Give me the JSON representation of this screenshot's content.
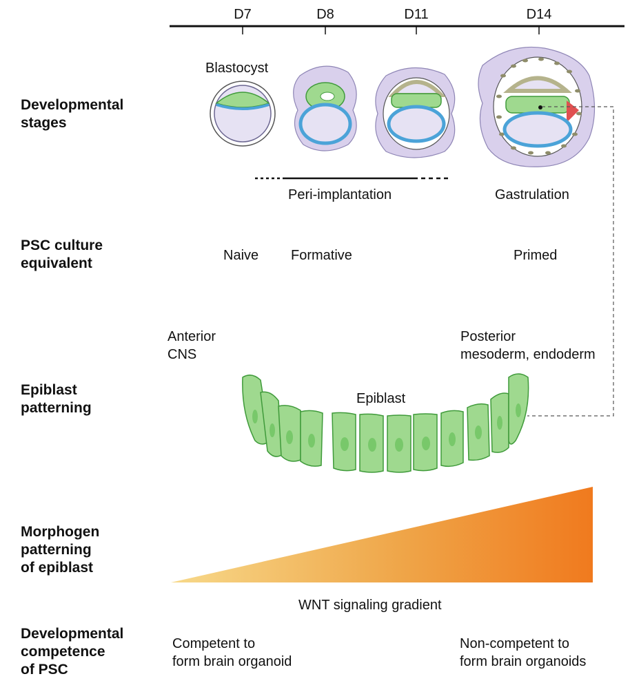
{
  "timeline": {
    "days": [
      "D7",
      "D8",
      "D11",
      "D14"
    ]
  },
  "row_labels": {
    "stages": "Developmental\nstages",
    "culture": "PSC culture\nequivalent",
    "patterning": "Epiblast\npatterning",
    "morphogen": "Morphogen\npatterning\nof epiblast",
    "competence": "Developmental\ncompetence\nof PSC"
  },
  "stages": {
    "blastocyst_label": "Blastocyst",
    "peri_implantation": "Peri-implantation",
    "gastrulation": "Gastrulation"
  },
  "culture": {
    "naive": "Naive",
    "formative": "Formative",
    "primed": "Primed"
  },
  "epiblast": {
    "anterior": "Anterior\nCNS",
    "posterior": "Posterior\nmesoderm, endoderm",
    "label": "Epiblast"
  },
  "gradient": {
    "label": "WNT signaling gradient",
    "colors": [
      "#f7d57e",
      "#ef9a3c",
      "#f07a1e"
    ]
  },
  "competence": {
    "left": "Competent to\nform brain organoid",
    "right": "Non-competent to\nform brain organoids"
  },
  "colors": {
    "epiblast_green": "#9fd98f",
    "epiblast_outline": "#3f9a3a",
    "trophoblast_purple": "#d9d0ec",
    "hypoblast_blue": "#4ba3d8",
    "amnion_khaki": "#b5b38c",
    "primitive_streak_red": "#e05050"
  }
}
